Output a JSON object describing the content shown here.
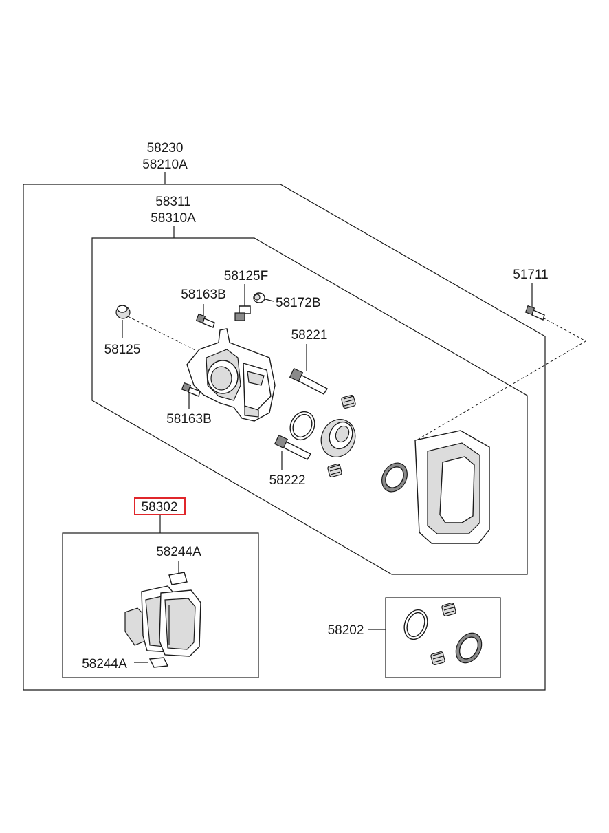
{
  "labels": {
    "assembly_a": "58230",
    "assembly_b": "58210A",
    "caliper_a": "58311",
    "caliper_b": "58310A",
    "bolt_right": "51711",
    "bleeder": "58125F",
    "bolt_top": "58163B",
    "cap": "58172B",
    "boot": "58125",
    "guide_pin_upper": "58221",
    "bolt_lower": "58163B",
    "guide_pin_lower": "58222",
    "pad_kit": "58302",
    "shim_upper": "58244A",
    "shim_lower": "58244A",
    "seal_kit": "58202"
  },
  "highlight_color": "#e0262b"
}
